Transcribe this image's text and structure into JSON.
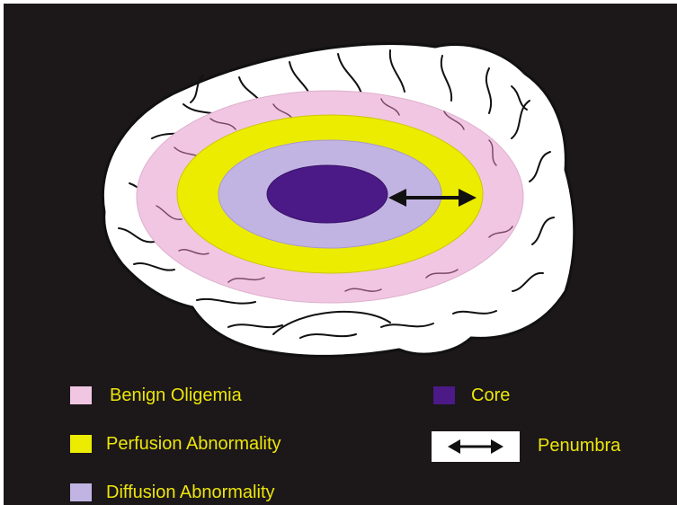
{
  "colors": {
    "background": "#1c1719",
    "brain_fill": "#ffffff",
    "brain_outline": "#111111",
    "benign_oligemia": "#f1c6e2",
    "perfusion_abnormality": "#ecec00",
    "diffusion_abnormality": "#c2b4e2",
    "core": "#4b1a86",
    "legend_text": "#ece60a"
  },
  "regions": [
    {
      "name": "Benign Oligemia",
      "icon": "pink-ellipse"
    },
    {
      "name": "Perfusion Abnormality",
      "icon": "yellow-ellipse"
    },
    {
      "name": "Diffusion Abnormality",
      "icon": "lavender-ellipse"
    },
    {
      "name": "Core",
      "icon": "purple-ellipse"
    }
  ],
  "legend": {
    "benign_oligemia": "Benign Oligemia",
    "perfusion_abnormality": "Perfusion Abnormality",
    "diffusion_abnormality": "Diffusion Abnormality",
    "core": "Core",
    "penumbra": "Penumbra"
  },
  "icons": {
    "brain": "brain-icon",
    "penumbra_arrow": "double-arrow-icon"
  }
}
